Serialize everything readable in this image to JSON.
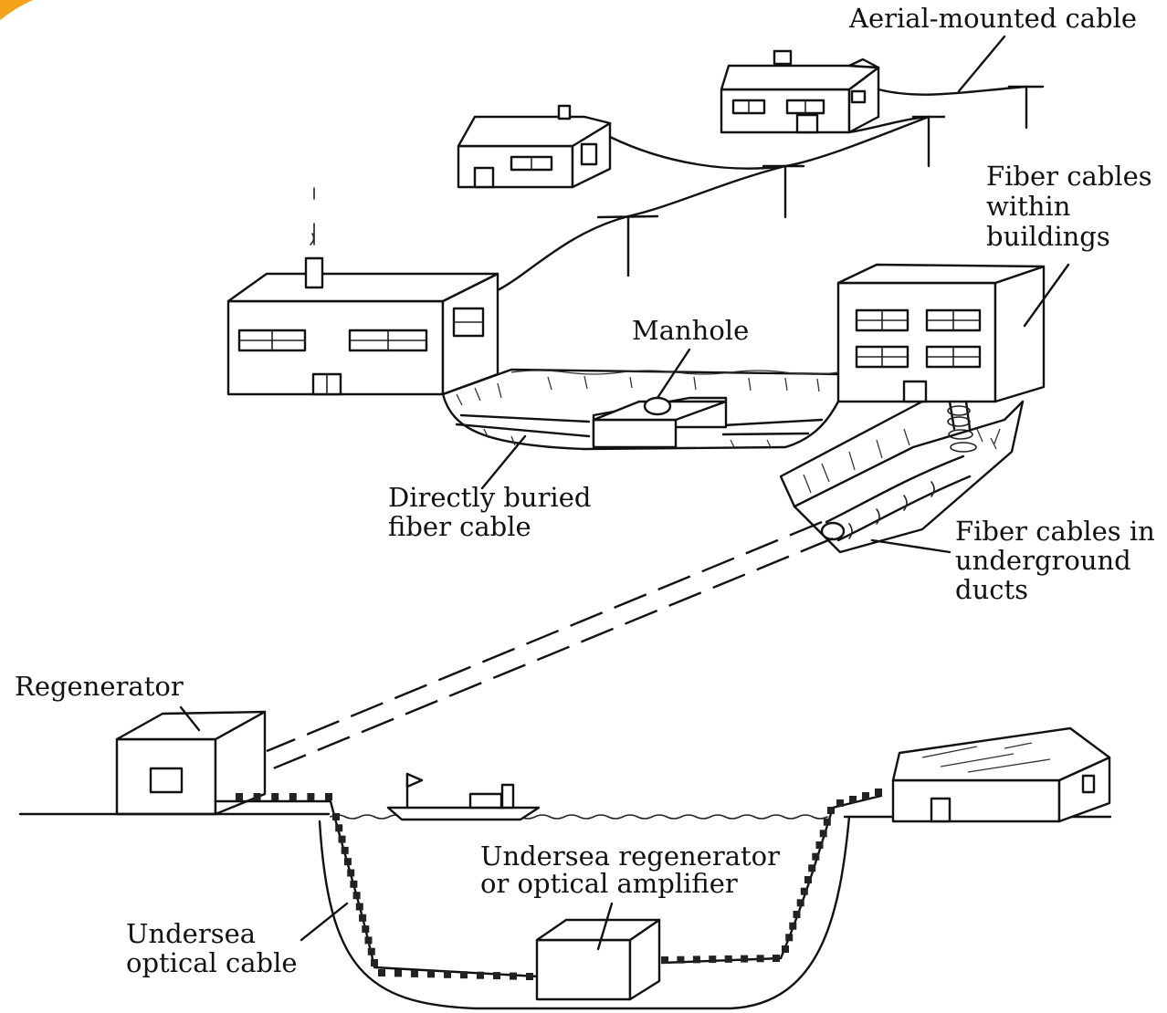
{
  "labels": {
    "aerial_cable": "Aerial-mounted cable",
    "fiber_within_buildings": [
      "Fiber cables",
      "within",
      "buildings"
    ],
    "manhole": "Manhole",
    "directly_buried": [
      "Directly buried",
      "fiber cable"
    ],
    "underground_ducts": [
      "Fiber cables in",
      "underground",
      "ducts"
    ],
    "regenerator": "Regenerator",
    "undersea_regenerator": [
      "Undersea regenerator",
      "or optical amplifier"
    ],
    "undersea_cable": [
      "Undersea",
      "optical cable"
    ]
  },
  "colors": {
    "ink": "#111111",
    "background": "#ffffff",
    "corner_accent": "#f5a21b"
  }
}
